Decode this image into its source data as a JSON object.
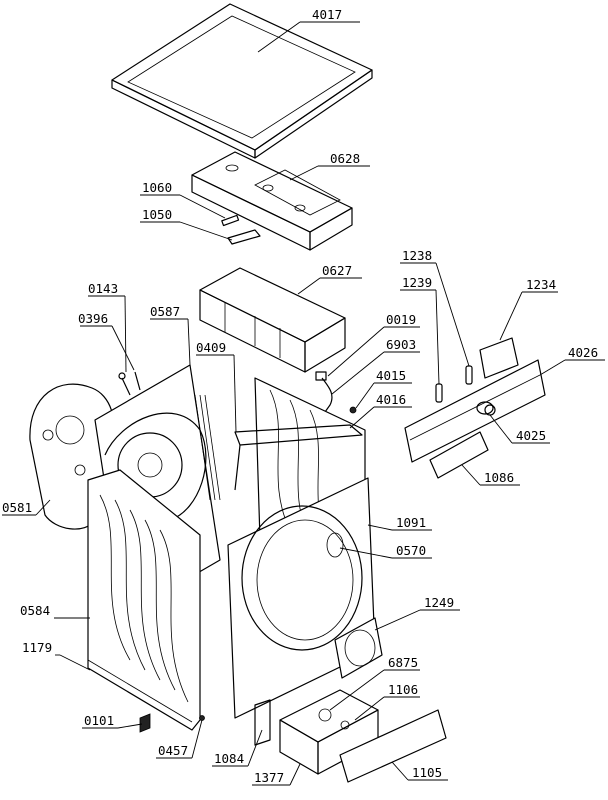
{
  "part_labels": {
    "p4017": "4017",
    "p0628": "0628",
    "p1060": "1060",
    "p1050": "1050",
    "p0627": "0627",
    "p0143": "0143",
    "p0396": "0396",
    "p0587": "0587",
    "p0409": "0409",
    "p0019": "0019",
    "p6903": "6903",
    "p4015": "4015",
    "p4016": "4016",
    "p1238": "1238",
    "p1239": "1239",
    "p1234": "1234",
    "p4026": "4026",
    "p4025": "4025",
    "p1086": "1086",
    "p1091": "1091",
    "p0570": "0570",
    "p0581": "0581",
    "p0584": "0584",
    "p1179": "1179",
    "p1249": "1249",
    "p6875": "6875",
    "p1106": "1106",
    "p0101": "0101",
    "p0457": "0457",
    "p1084": "1084",
    "p1105": "1105",
    "p1377": "1377"
  }
}
